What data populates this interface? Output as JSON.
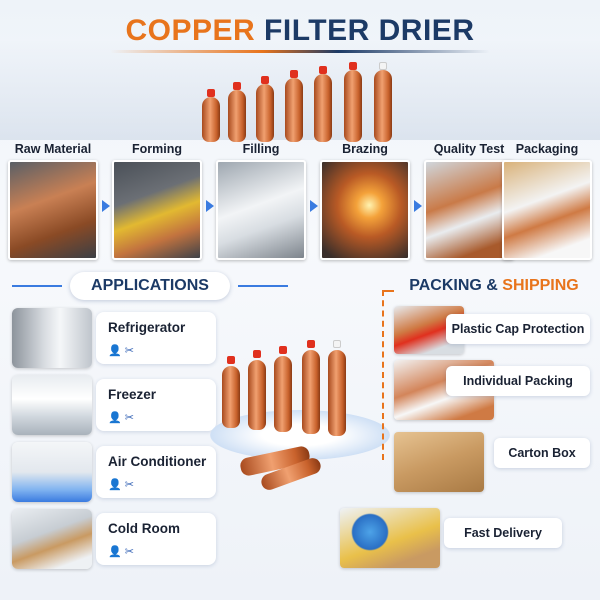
{
  "header": {
    "title_word1": "COPPER",
    "title_word2": "FILTER DRIER"
  },
  "process": [
    {
      "label": "Raw Material"
    },
    {
      "label": "Forming"
    },
    {
      "label": "Filling"
    },
    {
      "label": "Brazing"
    },
    {
      "label": "Quality Test"
    },
    {
      "label": "Packaging"
    }
  ],
  "applications": {
    "heading": "APPLICATIONS",
    "items": [
      {
        "name": "Refrigerator"
      },
      {
        "name": "Freezer"
      },
      {
        "name": "Air Conditioner"
      },
      {
        "name": "Cold Room"
      }
    ]
  },
  "packing": {
    "heading_part1": "PACKING &",
    "heading_part2": "SHIPPING",
    "items": [
      {
        "label": "Plastic Cap Protection"
      },
      {
        "label": "Individual Packing"
      },
      {
        "label": "Carton Box"
      },
      {
        "label": "Fast Delivery"
      }
    ]
  },
  "colors": {
    "accent_orange": "#e8741c",
    "accent_navy": "#1c3a66",
    "copper": "#d9773f",
    "cap_red": "#e0301e",
    "flow_blue": "#3a7be0"
  }
}
